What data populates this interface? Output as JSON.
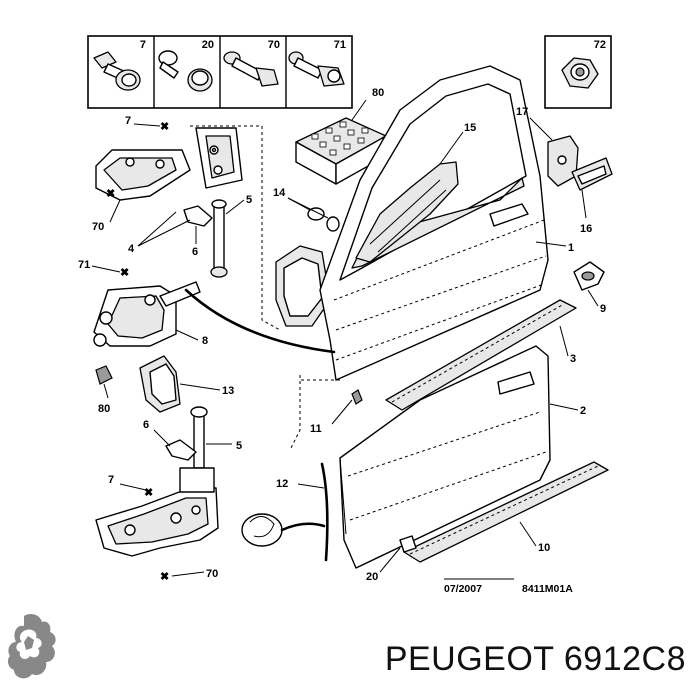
{
  "boxes": [
    {
      "id": "box-7",
      "number": "7"
    },
    {
      "id": "box-20",
      "number": "20"
    },
    {
      "id": "box-70",
      "number": "70"
    },
    {
      "id": "box-71",
      "number": "71"
    },
    {
      "id": "box-72",
      "number": "72"
    }
  ],
  "callouts": {
    "c80a": "80",
    "c7a": "7",
    "c15": "15",
    "c17": "17",
    "c5a": "5",
    "c14": "14",
    "c70a": "70",
    "c4": "4",
    "c6a": "6",
    "c1": "1",
    "c16": "16",
    "c71": "71",
    "c8": "8",
    "c9": "9",
    "c3": "3",
    "c13": "13",
    "c80b": "80",
    "c2": "2",
    "c11": "11",
    "c6b": "6",
    "c5b": "5",
    "c7b": "7",
    "c12": "12",
    "c10": "10",
    "c20": "20",
    "c70b": "70"
  },
  "footer": {
    "date": "07/2007",
    "diagram_code": "8411M01A"
  },
  "caption": "PEUGEOT 6912C8",
  "logo": {
    "icon": "peugeot-lion-logo",
    "color": "#888888"
  }
}
